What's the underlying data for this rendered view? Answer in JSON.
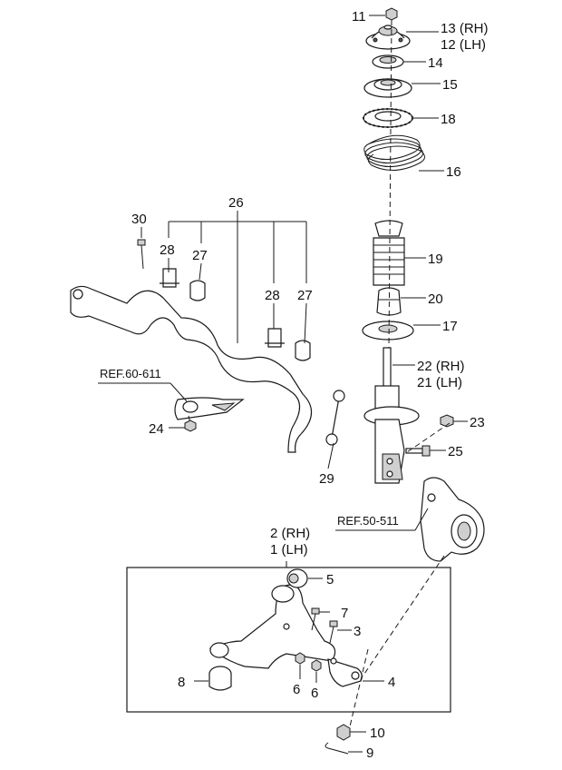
{
  "callouts": {
    "c11": "11",
    "c13": "13 (RH)",
    "c12": "12 (LH)",
    "c14": "14",
    "c15": "15",
    "c18": "18",
    "c16": "16",
    "c26": "26",
    "c30": "30",
    "c28a": "28",
    "c27a": "27",
    "c28b": "28",
    "c27b": "27",
    "c19": "19",
    "c20": "20",
    "c17": "17",
    "c22": "22 (RH)",
    "c21": "21 (LH)",
    "c23": "23",
    "c24": "24",
    "c25": "25",
    "c29": "29",
    "c2": "2 (RH)",
    "c1": "1 (LH)",
    "c5": "5",
    "c7": "7",
    "c3": "3",
    "c8": "8",
    "c6a": "6",
    "c6b": "6",
    "c4": "4",
    "c10": "10",
    "c9": "9"
  },
  "refs": {
    "stabilizer_ref": "REF.60-611",
    "knuckle_ref": "REF.50-511"
  }
}
